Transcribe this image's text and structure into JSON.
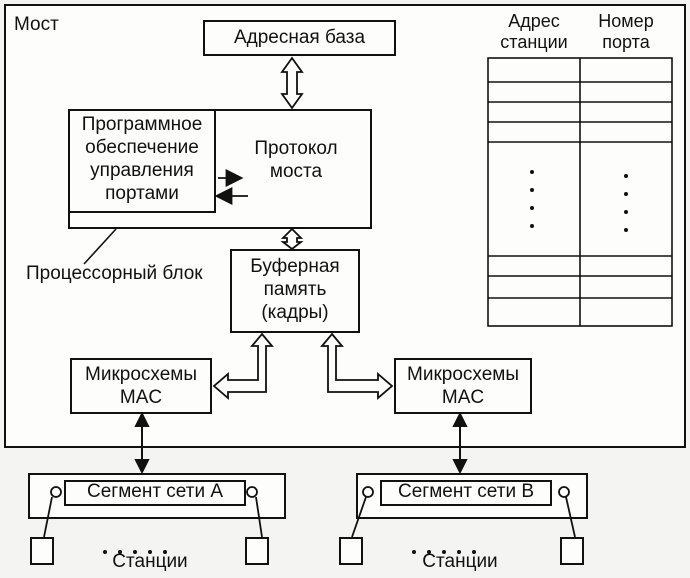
{
  "bridge_label": "Мост",
  "address_base": "Адресная база",
  "software": "Программное обеспечение управления портами",
  "software_lines": [
    "Программное",
    "обеспечение",
    "управления",
    "портами"
  ],
  "protocol_lines": [
    "Протокол",
    "моста"
  ],
  "processor_block": "Процессорный блок",
  "buffer_lines": [
    "Буферная",
    "память",
    "(кадры)"
  ],
  "mac_left_lines": [
    "Микросхемы",
    "MAC"
  ],
  "mac_right_lines": [
    "Микросхемы",
    "MAC"
  ],
  "table": {
    "col1_lines": [
      "Адрес",
      "станции"
    ],
    "col2_lines": [
      "Номер",
      "порта"
    ]
  },
  "segment_a": "Сегмент сети А",
  "segment_b": "Сегмент сети В",
  "stations_left": "Станции",
  "stations_right": "Станции"
}
